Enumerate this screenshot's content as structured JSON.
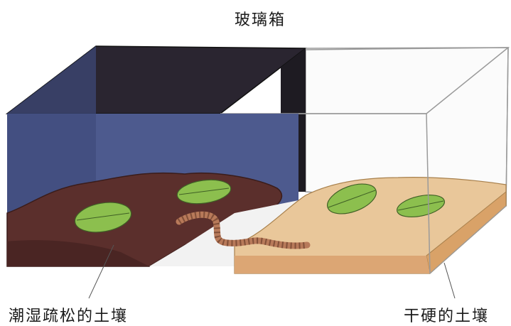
{
  "diagram": {
    "title": "玻璃箱",
    "labels": {
      "left_soil": "潮湿疏松的土壤",
      "right_soil": "干硬的土壤"
    }
  },
  "colors": {
    "dark_cover": "#2a2530",
    "blue_glass": "#4d5a8e",
    "moist_soil": "#5b2f2c",
    "dry_soil": "#e9c79a",
    "leaf": "#8cbf4e",
    "worm": "#b87a5a"
  }
}
